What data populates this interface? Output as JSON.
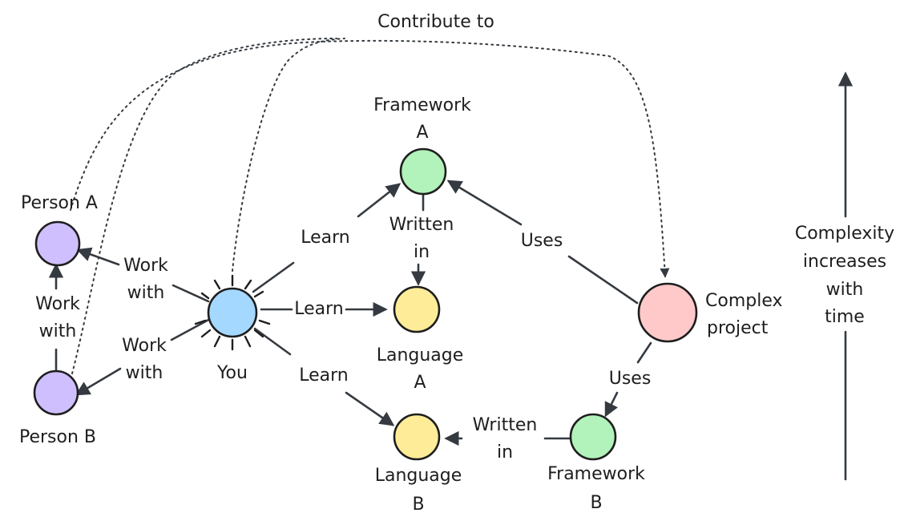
{
  "top_label": "Contribute to",
  "nodes": {
    "framework_a": {
      "label_line1": "Framework",
      "label_line2": "A",
      "color": "#b2f2bb"
    },
    "language_a": {
      "label_line1": "Language",
      "label_line2": "A",
      "color": "#ffec99"
    },
    "language_b": {
      "label_line1": "Language",
      "label_line2": "B",
      "color": "#ffec99"
    },
    "framework_b": {
      "label_line1": "Framework",
      "label_line2": "B",
      "color": "#b2f2bb"
    },
    "complex_project": {
      "label_line1": "Complex",
      "label_line2": "project",
      "color": "#ffc9c9"
    },
    "you": {
      "label": "You",
      "color": "#a5d8ff"
    },
    "person_a": {
      "label": "Person A",
      "color": "#d0bfff"
    },
    "person_b": {
      "label": "Person B",
      "color": "#d0bfff"
    }
  },
  "edges": {
    "learn_framework_a": "Learn",
    "learn_language_a": "Learn",
    "learn_language_b": "Learn",
    "written_in_a_line1": "Written",
    "written_in_a_line2": "in",
    "written_in_b_line1": "Written",
    "written_in_b_line2": "in",
    "uses_a": "Uses",
    "uses_b": "Uses",
    "work_with_a_line1": "Work",
    "work_with_a_line2": "with",
    "work_with_b_line1": "Work",
    "work_with_b_line2": "with",
    "work_with_ab_line1": "Work",
    "work_with_ab_line2": "with"
  },
  "time_axis": {
    "line1": "Complexity",
    "line2": "increases",
    "line3": "with",
    "line4": "time"
  },
  "colors": {
    "stroke": "#343a40",
    "background": "#ffffff"
  }
}
